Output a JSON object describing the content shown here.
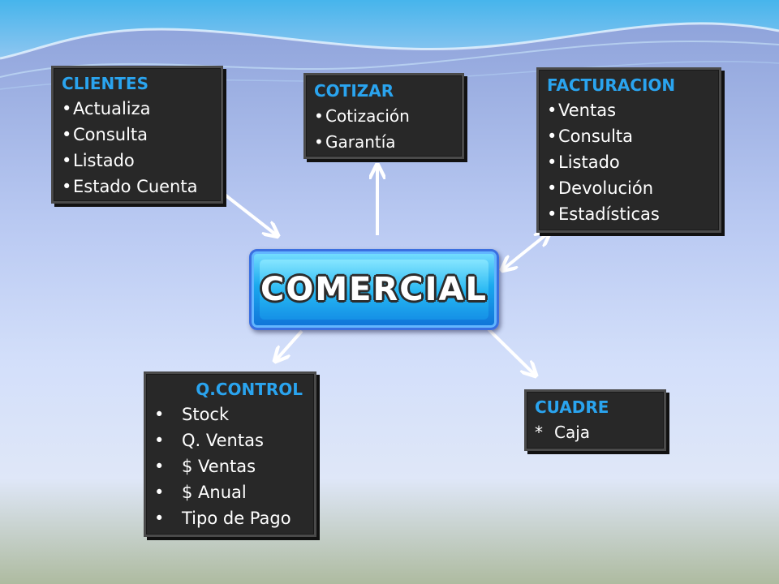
{
  "center": {
    "label": "COMERCIAL"
  },
  "clientes": {
    "title": "CLIENTES",
    "items": [
      "Actualiza",
      "Consulta",
      "Listado",
      "Estado Cuenta"
    ]
  },
  "cotizar": {
    "title": "COTIZAR",
    "items": [
      "Cotización",
      "Garantía"
    ]
  },
  "facturacion": {
    "title": "FACTURACION",
    "items": [
      "Ventas",
      "Consulta",
      "Listado",
      "Devolución",
      "Estadísticas"
    ]
  },
  "qcontrol": {
    "title": "Q.CONTROL",
    "items": [
      "Stock",
      "Q. Ventas",
      "$  Ventas",
      "$  Anual",
      "Tipo  de Pago"
    ]
  },
  "cuadre": {
    "title": "CUADRE",
    "bullet": "*",
    "items": [
      "Caja"
    ]
  },
  "colors": {
    "title": "#2aa4ef",
    "box": "#282828",
    "arrow": "#ffffff",
    "center": "#1aa8ee"
  }
}
